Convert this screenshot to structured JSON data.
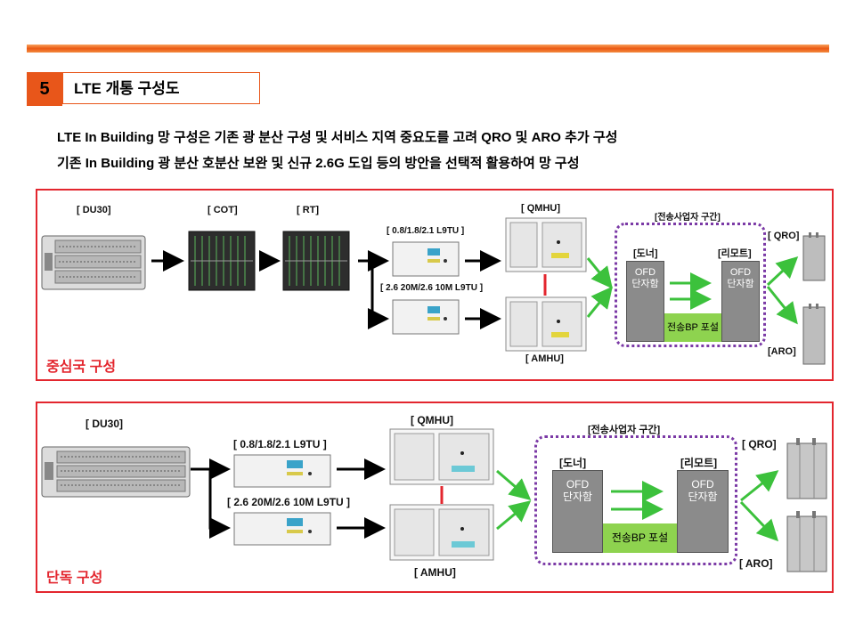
{
  "section": {
    "number": "5",
    "title": "LTE 개통 구성도"
  },
  "intro": {
    "line1": "LTE In Building 망 구성은  기존 광 분산 구성 및 서비스 지역 중요도를 고려 QRO 및  ARO 추가 구성",
    "line2": "기존 In Building 광 분산 호분산 보완 및 신규 2.6G 도입 등의 방안을 선택적 활용하여 망 구성"
  },
  "panel_central": {
    "label": "중심국 구성",
    "du30": "[ DU30]",
    "cot": "[ COT]",
    "rt": "[ RT]",
    "l9tu_a": "[ 0.8/1.8/2.1 L9TU ]",
    "l9tu_b": "[ 2.6 20M/2.6 10M L9TU ]",
    "qmhu": "[ QMHU]",
    "amhu": "[ AMHU]",
    "carrier_zone": "[전송사업자 구간]",
    "donor": "[도너]",
    "remote": "[리모트]",
    "ofd": "OFD\n단자함",
    "bp": "전송BP 포설",
    "qro": "[ QRO]",
    "aro": "[ARO]"
  },
  "panel_standalone": {
    "label": "단독 구성",
    "du30": "[ DU30]",
    "l9tu_a": "[ 0.8/1.8/2.1 L9TU ]",
    "l9tu_b": "[ 2.6 20M/2.6 10M L9TU ]",
    "qmhu": "[ QMHU]",
    "amhu": "[ AMHU]",
    "carrier_zone": "[전송사업자 구간]",
    "donor": "[도너]",
    "remote": "[리모트]",
    "ofd": "OFD\n단자함",
    "bp": "전송BP 포설",
    "qro": "[ QRO]",
    "aro": "[ ARO]"
  },
  "colors": {
    "accent_orange": "#e8561a",
    "panel_red": "#e3262e",
    "arrow_green": "#3cc13c",
    "zone_purple": "#7b3aa6",
    "bp_green": "#8ed34f",
    "ofd_gray": "#8b8b8b"
  }
}
